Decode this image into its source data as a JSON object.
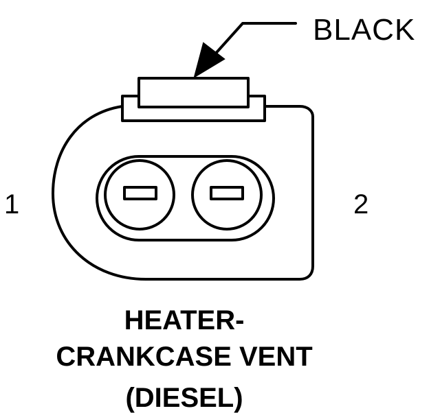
{
  "callout_label": "BLACK",
  "pins": {
    "left": "1",
    "right": "2"
  },
  "caption": {
    "line1": "HEATER-",
    "line2": "CRANKCASE VENT",
    "line3": "(DIESEL)"
  }
}
